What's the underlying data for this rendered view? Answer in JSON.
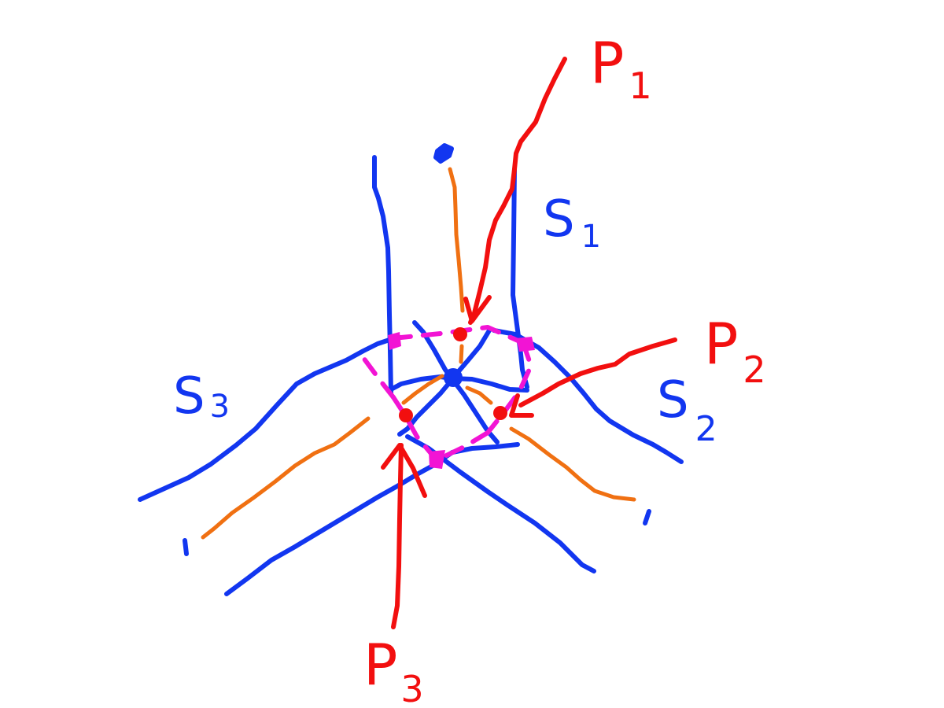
{
  "colors": {
    "background": "#ffffff",
    "surface_lines": "#1236f0",
    "paths": "#f20f0f",
    "normals": "#f07012",
    "polygon": "#f214d4"
  },
  "labels": {
    "s1": {
      "letter": "S",
      "sub": "1"
    },
    "s2": {
      "letter": "S",
      "sub": "2"
    },
    "s3": {
      "letter": "S",
      "sub": "3"
    },
    "p1": {
      "letter": "P",
      "sub": "1"
    },
    "p2": {
      "letter": "P",
      "sub": "2"
    },
    "p3": {
      "letter": "P",
      "sub": "3"
    }
  }
}
